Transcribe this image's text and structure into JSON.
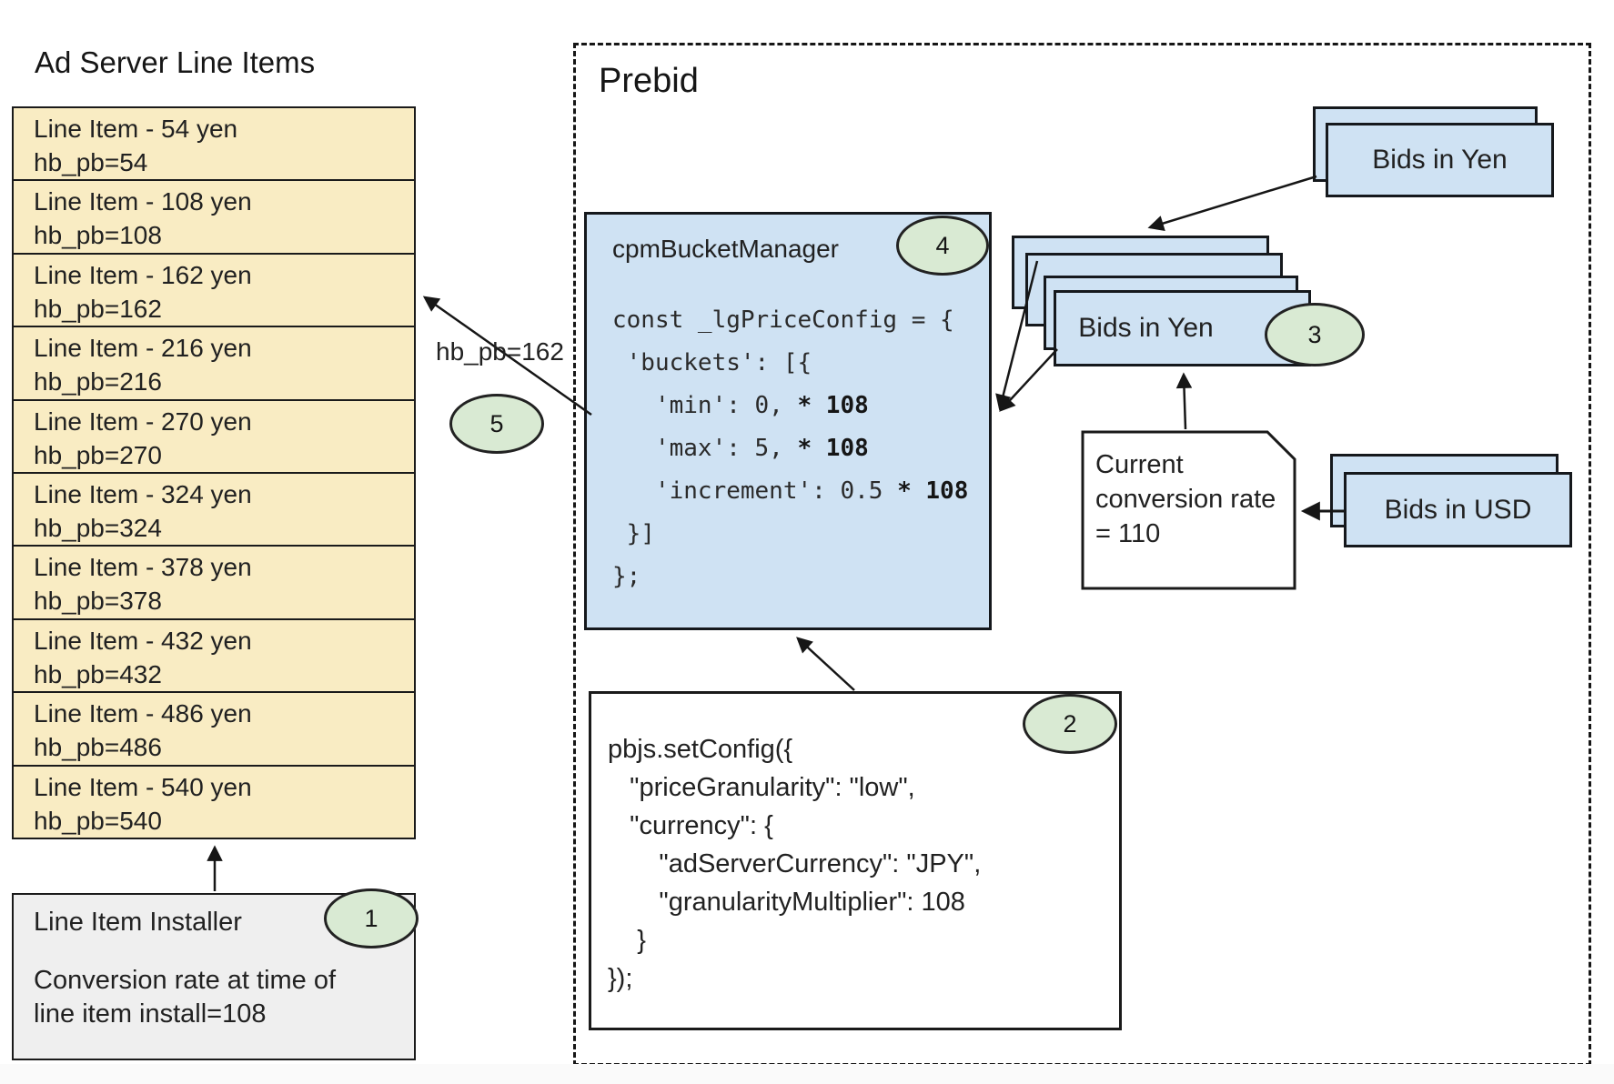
{
  "page": {
    "left_title": "Ad Server Line Items",
    "prebid_title": "Prebid"
  },
  "ad_server": {
    "items": [
      {
        "title": "Line Item - 54 yen",
        "hb": "hb_pb=54"
      },
      {
        "title": "Line Item - 108 yen",
        "hb": "hb_pb=108"
      },
      {
        "title": "Line Item - 162 yen",
        "hb": "hb_pb=162"
      },
      {
        "title": "Line Item - 216 yen",
        "hb": "hb_pb=216"
      },
      {
        "title": "Line Item - 270 yen",
        "hb": "hb_pb=270"
      },
      {
        "title": "Line Item - 324 yen",
        "hb": "hb_pb=324"
      },
      {
        "title": "Line Item - 378 yen",
        "hb": "hb_pb=378"
      },
      {
        "title": "Line Item - 432 yen",
        "hb": "hb_pb=432"
      },
      {
        "title": "Line Item - 486 yen",
        "hb": "hb_pb=486"
      },
      {
        "title": "Line Item - 540 yen",
        "hb": "hb_pb=540"
      }
    ]
  },
  "installer": {
    "title": "Line Item Installer",
    "desc_line1": "Conversion rate at time of",
    "desc_line2": "line item install=108"
  },
  "bucket_manager": {
    "title": "cpmBucketManager",
    "code": [
      [
        {
          "t": "const _lgPriceConfig = {"
        }
      ],
      [
        {
          "t": " 'buckets': [{"
        }
      ],
      [
        {
          "t": "   'min': 0, "
        },
        {
          "t": "* 108",
          "b": true
        }
      ],
      [
        {
          "t": "   'max': 5, "
        },
        {
          "t": "* 108",
          "b": true
        }
      ],
      [
        {
          "t": "   'increment': 0.5 "
        },
        {
          "t": "* 108",
          "b": true
        }
      ],
      [
        {
          "t": " }]"
        }
      ],
      [
        {
          "t": "};"
        }
      ]
    ]
  },
  "pbjs": {
    "code": [
      "pbjs.setConfig({",
      "   \"priceGranularity\": \"low\",",
      "   \"currency\": {",
      "       \"adServerCurrency\": \"JPY\",",
      "       \"granularityMultiplier\": 108",
      "    }",
      "});"
    ]
  },
  "badges": {
    "b1": "1",
    "b2": "2",
    "b3": "3",
    "b4": "4",
    "b5": "5"
  },
  "cards": {
    "bids_in_yen_top": "Bids in Yen",
    "bids_in_yen_stack": "Bids in Yen",
    "bids_in_usd": "Bids in USD"
  },
  "annotations": {
    "hb_pb_label": "hb_pb=162",
    "conversion_note": "Current conversion rate = 110"
  },
  "colors": {
    "yellow": "#f9ecc3",
    "blue": "#cfe2f3",
    "green": "#d9ead3",
    "gray": "#efefef",
    "border": "#1a1a1a"
  }
}
